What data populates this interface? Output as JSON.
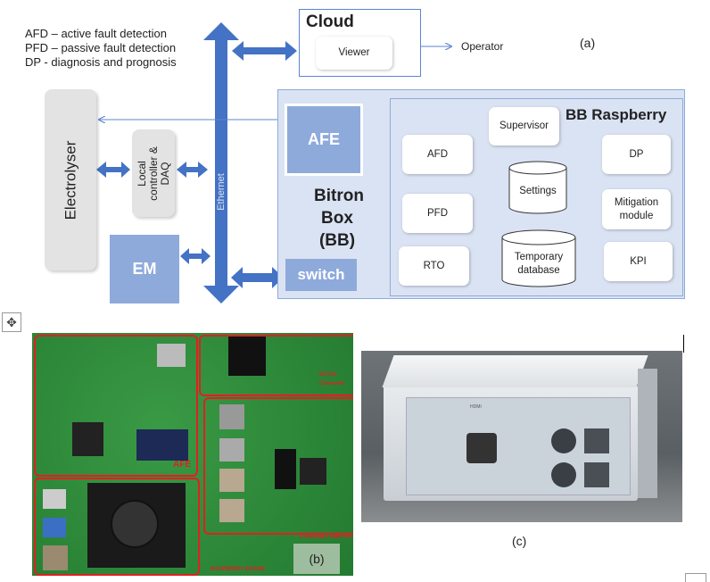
{
  "legend": [
    "AFD – active fault detection",
    "PFD – passive fault detection",
    "DP -  diagnosis and prognosis"
  ],
  "cloud": {
    "title": "Cloud",
    "viewer": "Viewer",
    "operator": "Operator"
  },
  "panel_a_label": "(a)",
  "electrolyser": "Electrolyser",
  "local_controller": [
    "Local",
    "controller &",
    "DAQ"
  ],
  "ethernet": "Ethernet",
  "em": "EM",
  "bitron": {
    "afe": "AFE",
    "title": [
      "Bitron",
      "Box",
      "(BB)"
    ],
    "switch": "switch"
  },
  "raspberry": {
    "title": "BB Raspberry",
    "supervisor": "Supervisor",
    "afd": "AFD",
    "pfd": "PFD",
    "rto": "RTO",
    "dp": "DP",
    "mitigation": [
      "Mitigation",
      "module"
    ],
    "kpi": "KPI",
    "settings": "Settings",
    "temp_db": [
      "Temporary",
      "database"
    ]
  },
  "photo_b": {
    "label": "(b)",
    "regions": {
      "afe": "AFE",
      "dcdc": [
        "DC-DC",
        "Converter"
      ],
      "ethernet_switch": "ETHERNET SWITCH",
      "raspberry_board": "RASPBERRY BOARD"
    }
  },
  "photo_c": {
    "label": "(c)",
    "hdmi": "HDMI"
  },
  "colors": {
    "arrow": "#4472c4",
    "block": "#8eaadb",
    "panel": "#dae3f3",
    "line": "#5b85d0",
    "pcb": "#2f8a3a",
    "outline": "#e02020"
  }
}
